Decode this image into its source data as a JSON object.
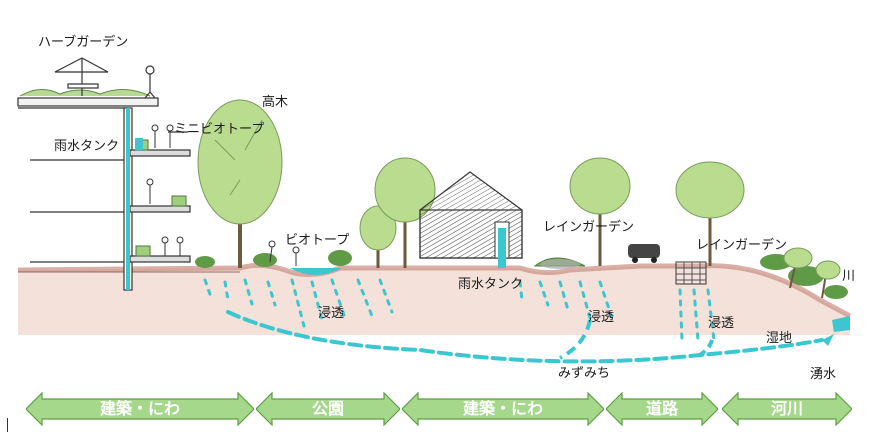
{
  "labels": {
    "herb_garden": "ハーブガーデン",
    "tall_tree": "高木",
    "mini_biotope": "ミニビオトープ",
    "rain_tank_left": "雨水タンク",
    "biotope": "ビオトープ",
    "rain_garden_center": "レインガーデン",
    "rain_tank_center": "雨水タンク",
    "rain_garden_right": "レインガーデン",
    "river": "川",
    "infiltration_left": "浸透",
    "infiltration_center": "浸透",
    "infiltration_right": "浸透",
    "wetland": "湿地",
    "waterway": "みずみち",
    "spring": "湧水"
  },
  "zones": [
    {
      "label": "建築・にわ"
    },
    {
      "label": "公園"
    },
    {
      "label": "建築・にわ"
    },
    {
      "label": "道路"
    },
    {
      "label": "河川"
    }
  ],
  "colors": {
    "water": "#3cc6cf",
    "ground": "#e4b2a6",
    "arrow_fill": "#a5d88a",
    "arrow_stroke": "#5e9f44",
    "tree_leaf": "#b9dc8f",
    "tree_trunk": "#6b5a3e"
  }
}
